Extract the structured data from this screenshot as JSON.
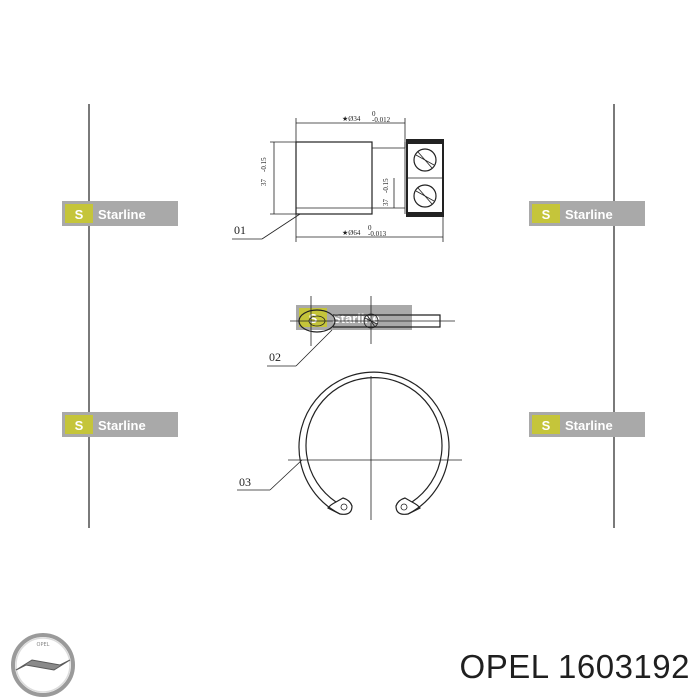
{
  "watermark": {
    "brand_text": "Starline",
    "color_bg": "#a9a9a9",
    "color_badge": "#c5c53a"
  },
  "parts": {
    "part1_label": "01",
    "part2_label": "02",
    "part3_label": "03"
  },
  "dimensions": {
    "inner_diameter": "★Ø34",
    "inner_tol_top": "0",
    "inner_tol_bottom": "-0.012",
    "outer_diameter": "★Ø64",
    "outer_tol_top": "0",
    "outer_tol_bottom": "-0.013",
    "width_left": "37",
    "width_left_tol": "-0.15",
    "width_right": "37",
    "width_right_tol": "-0.15"
  },
  "footer": {
    "brand_text": "OPEL 1603192",
    "logo_icon": "opel-logo-icon"
  }
}
